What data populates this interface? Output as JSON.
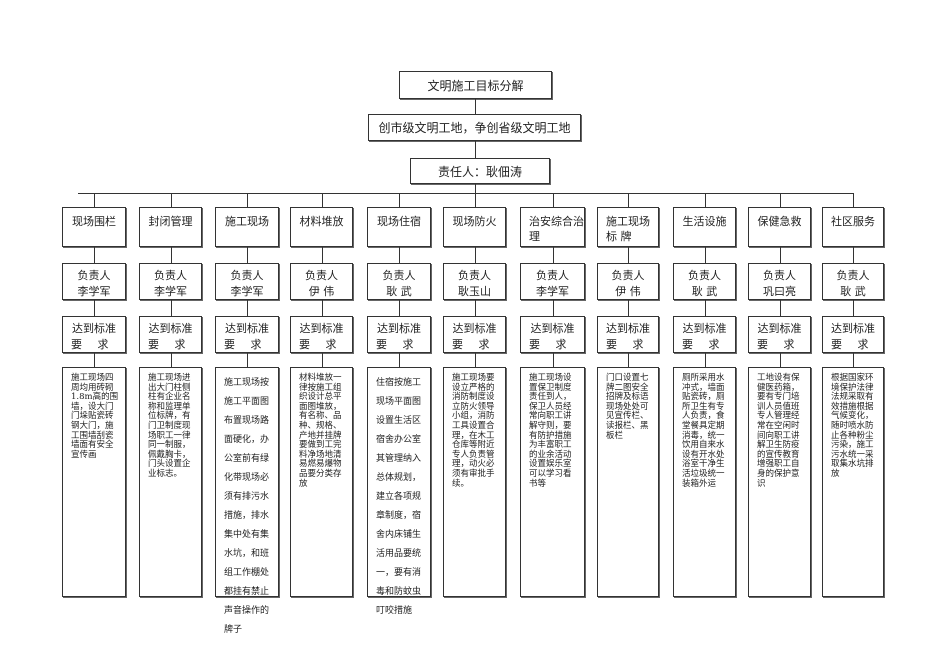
{
  "chart": {
    "title": "文明施工目标分解",
    "goal": "创市级文明工地，争创省级文明工地",
    "responsible": "责任人：耿佃涛"
  },
  "columns": [
    {
      "category": "现场围栏",
      "person_label": "负责人",
      "person": "李学军",
      "standard_1": "达到标准",
      "standard_2": "要  求",
      "description": "施工现场四周均用砖砌1.8m高的围墙，设大门门垛贴瓷砖钢大门，施工围墙刮瓷墙面有安全宣传画"
    },
    {
      "category": "封闭管理",
      "person_label": "负责人",
      "person": "李学军",
      "standard_1": "达到标准",
      "standard_2": "要  求",
      "description": "施工现场进出大门柱侧柱有企业名称和监理单位标牌，有门卫制度现场职工一律同一制服，佩戴胸卡，门头设置企业标志。"
    },
    {
      "category": "施工现场",
      "person_label": "负责人",
      "person": "李学军",
      "standard_1": "达到标准",
      "standard_2": "要  求",
      "description": "施工现场按施工平面图布置现场路面硬化，办公室前有绿化带现场必须有排污水措施，排水集中处有集水坑，和班组工作棚处都挂有禁止声音操作的牌子"
    },
    {
      "category": "材料堆放",
      "person_label": "负责人",
      "person": "伊 伟",
      "standard_1": "达到标准",
      "standard_2": "要  求",
      "description": "材料堆放一律按施工组织设计总平面图堆放，有名称、品种、规格、产地并挂牌要做到工完料净场地清易燃易爆物品要分类存放"
    },
    {
      "category": "现场住宿",
      "person_label": "负责人",
      "person": "耿 武",
      "standard_1": "达到标准",
      "standard_2": "要  求",
      "description": "住宿按施工现场平面图设置生活区宿舍办公室其管理纳入总体规划，建立各项规章制度，宿舍内床铺生活用品要统一，要有消毒和防蚊虫叮咬措施"
    },
    {
      "category": "现场防火",
      "person_label": "负责人",
      "person": "耿玉山",
      "standard_1": "达到标准",
      "standard_2": "要  求",
      "description": "施工现场要设立严格的消防制度设立防火领导小组，消防工具设置合理，在木工仓库等附近专人负责管理，动火必须有审批手续。"
    },
    {
      "category": "治安综合治  理",
      "person_label": "负责人",
      "person": "李学军",
      "standard_1": "达到标准",
      "standard_2": "要  求",
      "description": "施工现场设置保卫制度责任到人，保卫人员经常向职工讲解守则，要有防护措施为丰富职工的业余活动设置娱乐室可以学习看书等"
    },
    {
      "category": "施工现场标  牌",
      "person_label": "负责人",
      "person": "伊 伟",
      "standard_1": "达到标准",
      "standard_2": "要  求",
      "description": "门口设置七牌二图安全招牌及标语现场处处可见宣传栏、读报栏、黑板栏"
    },
    {
      "category": "生活设施",
      "person_label": "负责人",
      "person": "耿 武",
      "standard_1": "达到标准",
      "standard_2": "要  求",
      "description": "厕所采用水冲式，墙面贴瓷砖，厕所卫生有专人负责，食堂餐具定期消毒，统一饮用自来水设有开水处浴室干净生活垃圾统一装箱外运"
    },
    {
      "category": "保健急救",
      "person_label": "负责人",
      "person": "巩曰亮",
      "standard_1": "达到标准",
      "standard_2": "要  求",
      "description": "工地设有保健医药箱，要有专门培训人员值班专人管理经常在空闲时间向职工讲解卫生防疫的宣传教育增强职工自身的保护意识"
    },
    {
      "category": "社区服务",
      "person_label": "负责人",
      "person": "耿 武",
      "standard_1": "达到标准",
      "standard_2": "要  求",
      "description": "根据国家环境保护法律法规采取有效措施根据气候变化，随时喷水防止各种粉尘污染，施工污水统一采取集水坑排放"
    }
  ]
}
